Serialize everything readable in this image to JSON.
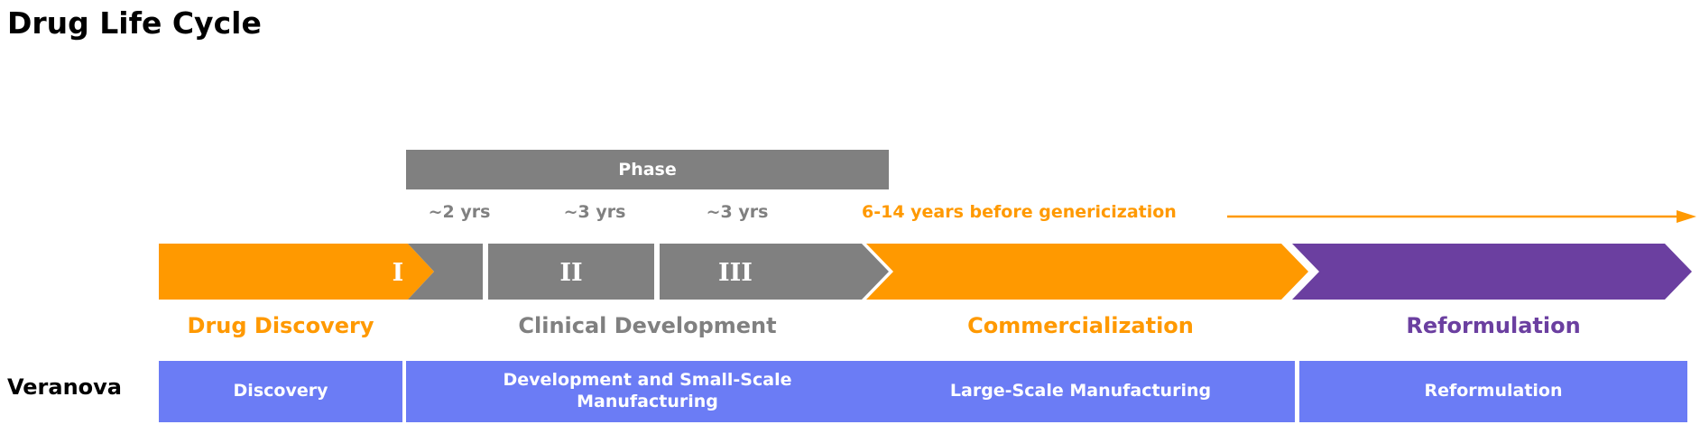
{
  "title": "Drug Life Cycle",
  "phase_header": {
    "label": "Phase"
  },
  "durations": [
    {
      "label": "~2 yrs"
    },
    {
      "label": "~3 yrs"
    },
    {
      "label": "~3 yrs"
    }
  ],
  "genericization": {
    "note": "6-14 years before genericization",
    "arrow": "right-arrow-icon"
  },
  "phases": [
    {
      "numeral": "I",
      "color": "#FF9900"
    },
    {
      "numeral": "II",
      "color": "#808080"
    },
    {
      "numeral": "III",
      "color": "#808080"
    }
  ],
  "stages": [
    {
      "label": "Drug Discovery",
      "color": "#FF9900"
    },
    {
      "label": "Clinical Development",
      "color": "#808080"
    },
    {
      "label": "Commercialization",
      "color": "#FF9900"
    },
    {
      "label": "Reformulation",
      "color": "#6B3FA0"
    }
  ],
  "veranova": {
    "row_label": "Veranova",
    "services": [
      {
        "label": "Discovery"
      },
      {
        "label": "Development and Small-Scale\nManufacturing"
      },
      {
        "label": "Large-Scale Manufacturing"
      },
      {
        "label": "Reformulation"
      }
    ]
  },
  "colors": {
    "orange": "#FF9900",
    "gray": "#808080",
    "purple": "#6B3FA0",
    "blue": "#6B7CF5",
    "white": "#FFFFFF",
    "black": "#000000"
  }
}
